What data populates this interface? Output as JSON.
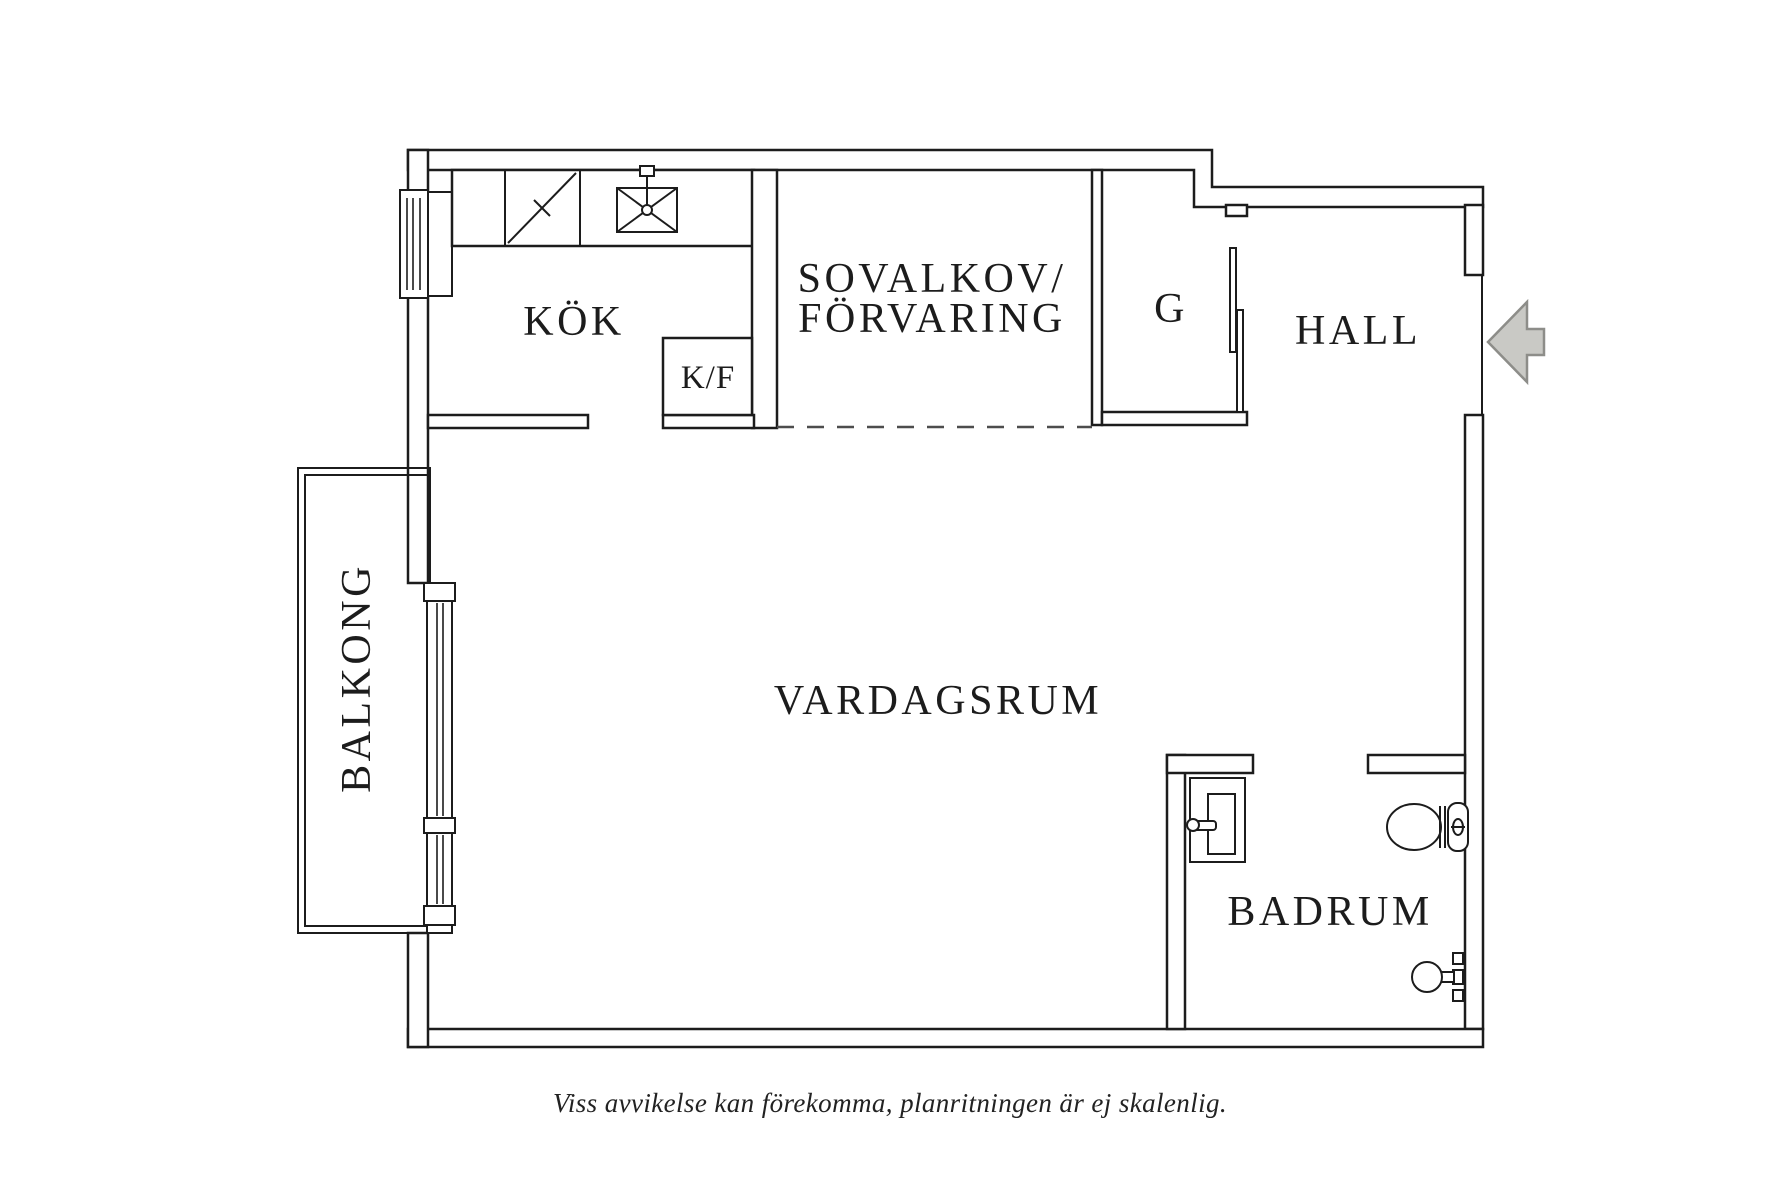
{
  "colors": {
    "line": "#1c1c1c",
    "label": "#1c1c1c",
    "arrow_fill": "#c9c9c5",
    "arrow_stroke": "#8d8d89",
    "dash_line": "#4d4d4d",
    "background": "#ffffff"
  },
  "floor_plan": {
    "rooms": {
      "kitchen": {
        "label": "KÖK"
      },
      "fridge_freezer": {
        "label": "K/F"
      },
      "sleeping_alcove": {
        "label_line1": "SOVALKOV/",
        "label_line2": "FÖRVARING"
      },
      "wardrobe": {
        "label": "G"
      },
      "hall": {
        "label": "HALL"
      },
      "living_room": {
        "label": "VARDAGSRUM"
      },
      "bathroom": {
        "label": "BADRUM"
      },
      "balcony": {
        "label": "BALKONG"
      }
    },
    "fixtures": [
      "stove-icon",
      "kitchen-sink-icon",
      "fridge-freezer-cabinet",
      "sliding-door",
      "entrance-arrow-icon",
      "washbasin-icon",
      "toilet-icon",
      "shower-icon",
      "window",
      "balcony-door-window"
    ],
    "disclaimer": "Viss avvikelse kan förekomma, planritningen är ej skalenlig."
  }
}
